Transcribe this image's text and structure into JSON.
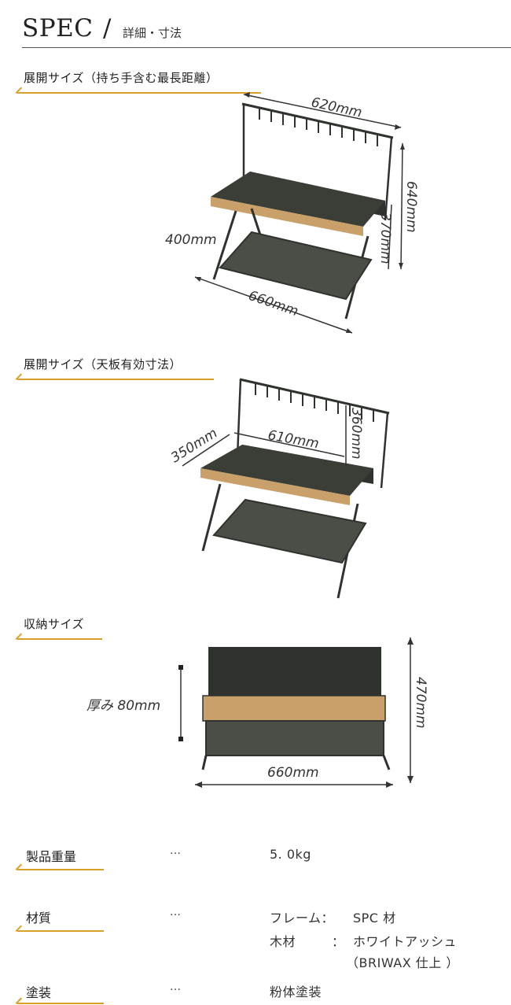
{
  "header": {
    "title": "SPEC",
    "slash": "/",
    "subtitle": "詳細・寸法"
  },
  "sections": {
    "expanded_max": {
      "title": "展開サイズ（持ち手含む最長距離）",
      "width": "620mm",
      "height": "640mm",
      "mid_height": "370mm",
      "depth": "400mm",
      "length": "660mm"
    },
    "expanded_top": {
      "title": "展開サイズ（天板有効寸法）",
      "depth": "350mm",
      "width": "610mm",
      "height": "360mm"
    },
    "storage": {
      "title": "収納サイズ",
      "thickness": "厚み 80mm",
      "width": "660mm",
      "height": "470mm"
    }
  },
  "specs": {
    "weight": {
      "label": "製品重量",
      "dots": "…",
      "value": "5. 0kg"
    },
    "material": {
      "label": "材質",
      "dots": "…",
      "frame_label": "フレーム：",
      "frame_value": "SPC 材",
      "wood_label": "木材",
      "wood_colon": "：",
      "wood_value": "ホワイトアッシュ",
      "wood_note": "（BRIWAX 仕上 ）"
    },
    "coating": {
      "label": "塗装",
      "dots": "…",
      "value": "粉体塗装"
    }
  },
  "colors": {
    "accent": "#d9a02a",
    "frame": "#2f332d",
    "wood": "#c9a06a"
  }
}
